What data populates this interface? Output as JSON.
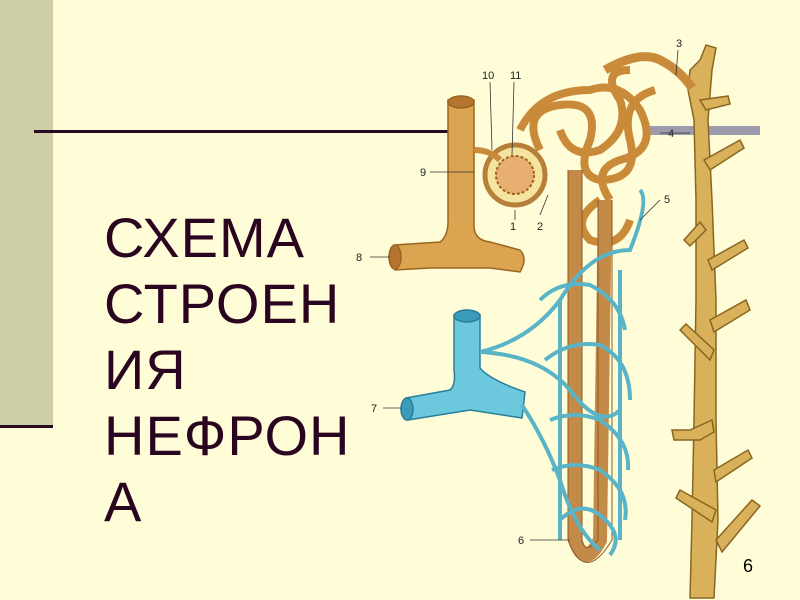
{
  "slide": {
    "title": "СХЕМА\nСТРОЕН\nИЯ\nНЕФРОН\nА",
    "page_number": "6"
  },
  "diagram": {
    "labels": [
      "1",
      "2",
      "3",
      "4",
      "5",
      "6",
      "7",
      "8",
      "9",
      "10",
      "11"
    ]
  }
}
